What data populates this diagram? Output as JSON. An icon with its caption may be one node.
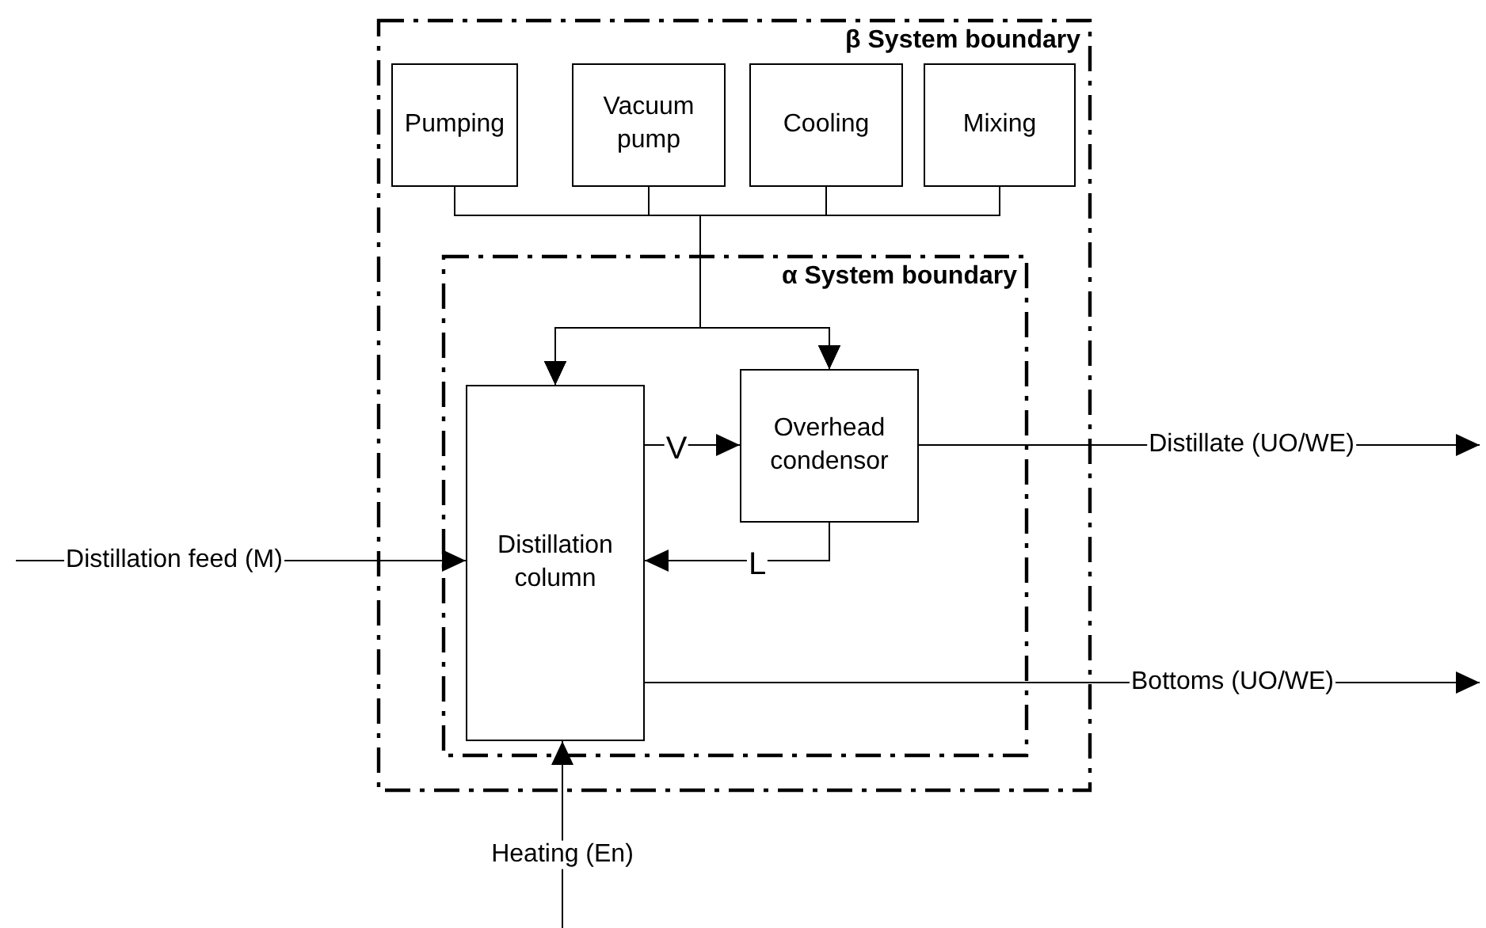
{
  "diagram": {
    "nodes": [
      {
        "text": [
          "β System boundary"
        ]
      },
      {
        "text": [
          "Pumping"
        ],
        "in": 0
      },
      {
        "text": [
          "Vacuum pump"
        ],
        "in": 0
      },
      {
        "text": [
          "Cooling"
        ],
        "in": 0
      },
      {
        "text": [
          "Mixing"
        ],
        "in": 0
      },
      {
        "text": [
          "α System boundary"
        ],
        "in": 0
      },
      {
        "text": [
          "Distillation column"
        ],
        "in": 5
      },
      {
        "text": [
          "Overhead condensor"
        ],
        "in": 5
      }
    ],
    "edges": [
      {
        "from": 1,
        "to": 6,
        "arrow": "to"
      },
      {
        "from": 2,
        "to": 6,
        "arrow": "to"
      },
      {
        "from": 3,
        "to": 6,
        "arrow": "to"
      },
      {
        "from": 4,
        "to": 6,
        "arrow": "to"
      },
      {
        "from": 1,
        "to": 7,
        "arrow": "to"
      },
      {
        "from": 2,
        "to": 7,
        "arrow": "to"
      },
      {
        "from": 3,
        "to": 7,
        "arrow": "to"
      },
      {
        "from": 4,
        "to": 7,
        "arrow": "to"
      },
      {
        "from": 6,
        "to": 7,
        "arrow": "to",
        "label": "V"
      },
      {
        "from": 7,
        "to": 6,
        "arrow": "to",
        "label": "L"
      },
      {
        "from": null,
        "to": 6,
        "arrow": "to",
        "label": "Distillation feed (M)"
      },
      {
        "from": 7,
        "to": null,
        "arrow": "to",
        "label": "Distillate (UO/WE)"
      },
      {
        "from": 6,
        "to": null,
        "arrow": "to",
        "label": "Bottoms (UO/WE)"
      },
      {
        "from": null,
        "to": 6,
        "arrow": "to",
        "label": "Heating (En)"
      }
    ]
  }
}
